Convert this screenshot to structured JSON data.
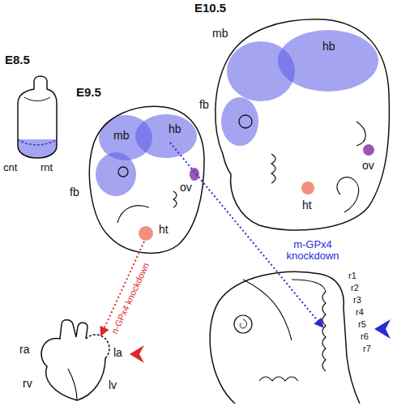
{
  "diagram": {
    "labels": [
      "E8.5",
      "cnt",
      "rnt",
      "E9.5",
      "mb",
      "hb",
      "fb",
      "ov",
      "ht",
      "E10.5",
      "mb",
      "hb",
      "fb",
      "ov",
      "ht",
      "n-GPx4 knockdown",
      "m-GPx4 knockdown",
      "ra",
      "la",
      "rv",
      "lv",
      "r1",
      "r2",
      "r3",
      "r4",
      "r5",
      "r6",
      "r7"
    ]
  }
}
